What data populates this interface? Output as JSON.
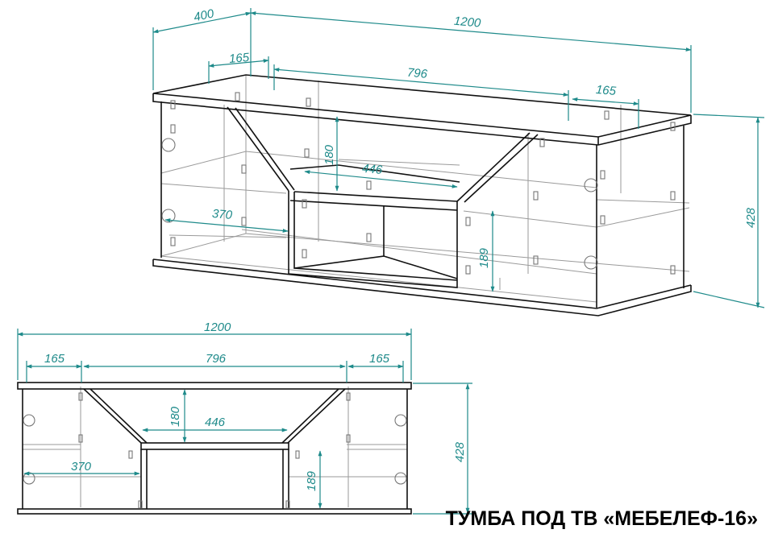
{
  "title": "ТУМБА ПОД ТВ «МЕБЕЛЕФ-16»",
  "colors": {
    "dimension": "#1e8a8a",
    "outline": "#111111",
    "hidden": "#9a9a9a",
    "hardware": "#777777",
    "background": "#ffffff"
  },
  "isometric_view": {
    "dims": {
      "depth": "400",
      "width": "1200",
      "side_left": "165",
      "center": "796",
      "side_right": "165",
      "niche_height": "180",
      "niche_width": "446",
      "shelf_width": "370",
      "drawer_height": "189",
      "total_height": "428"
    }
  },
  "front_view": {
    "dims": {
      "width": "1200",
      "side_left": "165",
      "center": "796",
      "side_right": "165",
      "niche_height": "180",
      "niche_width": "446",
      "shelf_width": "370",
      "drawer_height": "189",
      "total_height": "428"
    }
  }
}
